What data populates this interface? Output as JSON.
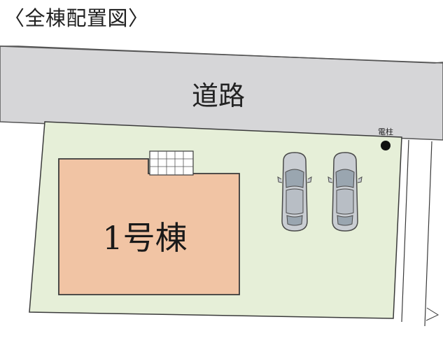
{
  "page_title": "〈全棟配置図〉",
  "plan": {
    "road_label": "道路",
    "building_label": "1号棟",
    "pole_label": "電柱",
    "parking_spaces": 2,
    "colors": {
      "road": "#d6d6d8",
      "lot": "#e6efd8",
      "building": "#f1c4a4",
      "outline": "#3a3a3a",
      "pole": "#111111",
      "car_body": "#c9cdd2",
      "car_glass": "#9aa6b0"
    }
  }
}
